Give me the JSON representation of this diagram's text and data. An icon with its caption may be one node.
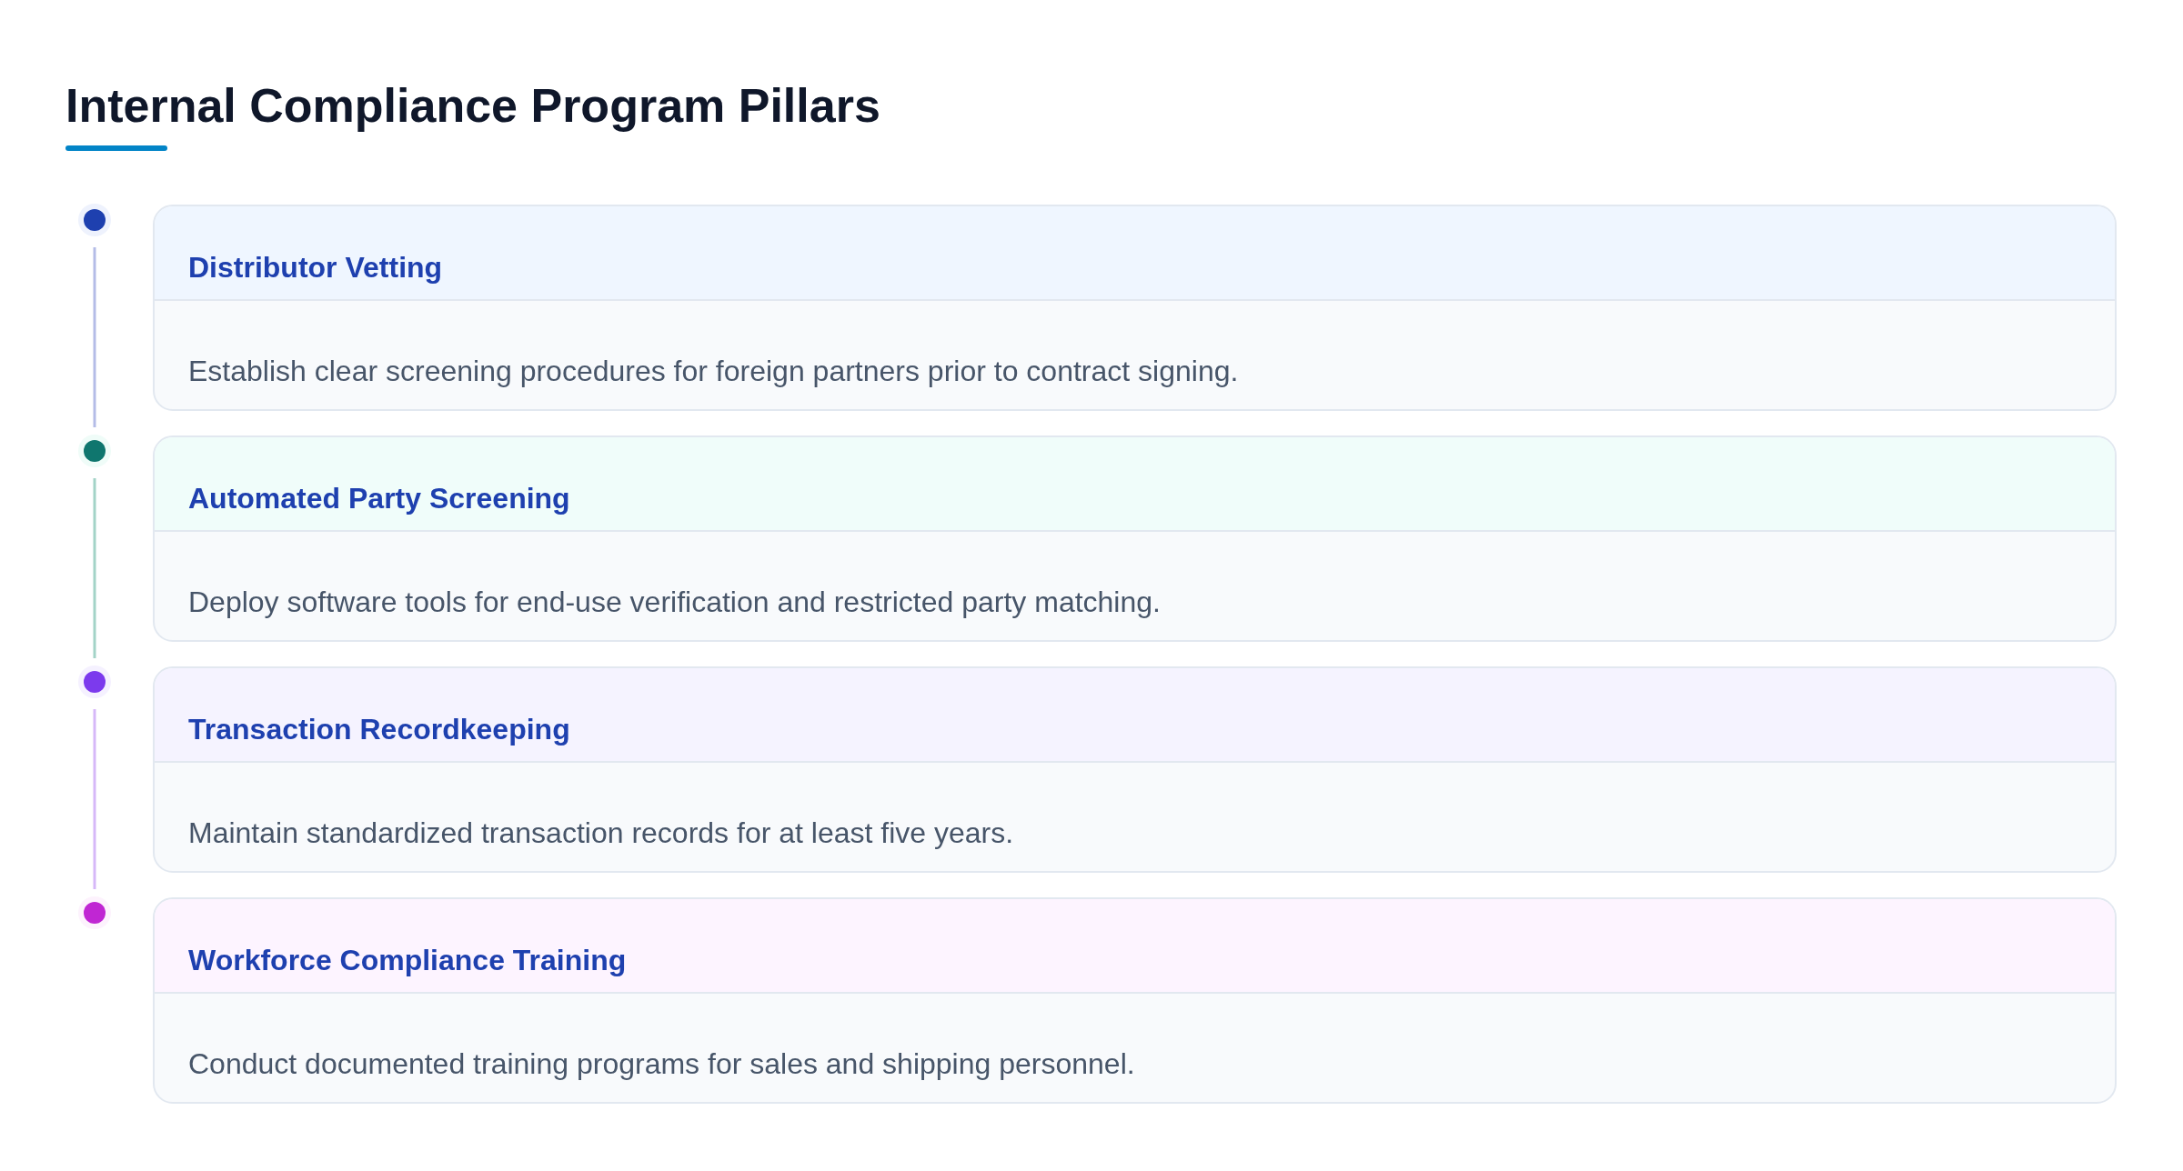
{
  "diagram": {
    "title": "Internal Compliance Program Pillars",
    "nodes": [
      {
        "text": [],
        "shape": "circle"
      },
      {
        "text": [
          "Distributor Vetting",
          "Establish clear screening procedures for foreign partners prior to contract signing."
        ]
      },
      {
        "text": [],
        "shape": "circle"
      },
      {
        "text": [
          "Automated Party Screening",
          "Deploy software tools for end-use verification and restricted party matching."
        ]
      },
      {
        "text": [],
        "shape": "circle"
      },
      {
        "text": [
          "Transaction Recordkeeping",
          "Maintain standardized transaction records for at least five years."
        ]
      },
      {
        "text": [],
        "shape": "circle"
      },
      {
        "text": [
          "Workforce Compliance Training",
          "Conduct documented training programs for sales and shipping personnel."
        ]
      }
    ],
    "edges": [
      {
        "from": 0,
        "to": 2,
        "arrow": "none",
        "color": "#b4bce7"
      },
      {
        "from": 2,
        "to": 4,
        "arrow": "none",
        "color": "#a3d3c7"
      },
      {
        "from": 4,
        "to": 6,
        "arrow": "none",
        "color": "#d6b8f8"
      }
    ]
  }
}
